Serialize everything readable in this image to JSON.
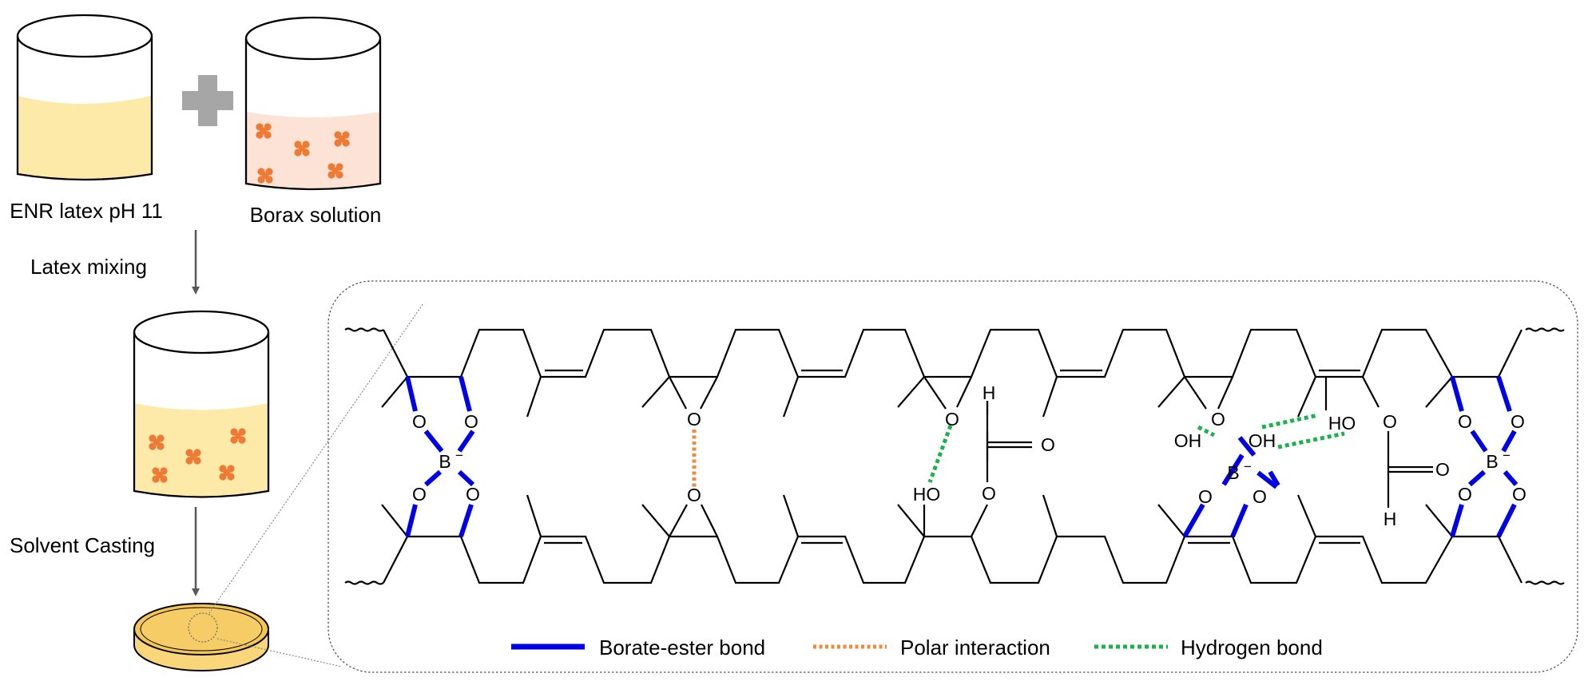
{
  "labels": {
    "enr_latex": "ENR latex pH 11",
    "borax_solution": "Borax solution",
    "latex_mixing": "Latex mixing",
    "solvent_casting": "Solvent Casting"
  },
  "atoms": {
    "O": "O",
    "B_minus": "B",
    "minus": "−",
    "H": "H",
    "HO": "HO",
    "OH": "OH"
  },
  "legend": {
    "borate_ester_bond": "Borate-ester bond",
    "polar_interaction": "Polar interaction",
    "hydrogen_bond": "Hydrogen bond"
  },
  "colors": {
    "borate_ester": "#0000e6",
    "polar": "#f08a3c",
    "hydrogen": "#19b24b",
    "latex_fill": "#fde9a8",
    "borax_fill": "#fde3d6",
    "borax_particle": "#ee7b35",
    "plus_sign": "#a6a6a6",
    "arrow": "#595959"
  }
}
